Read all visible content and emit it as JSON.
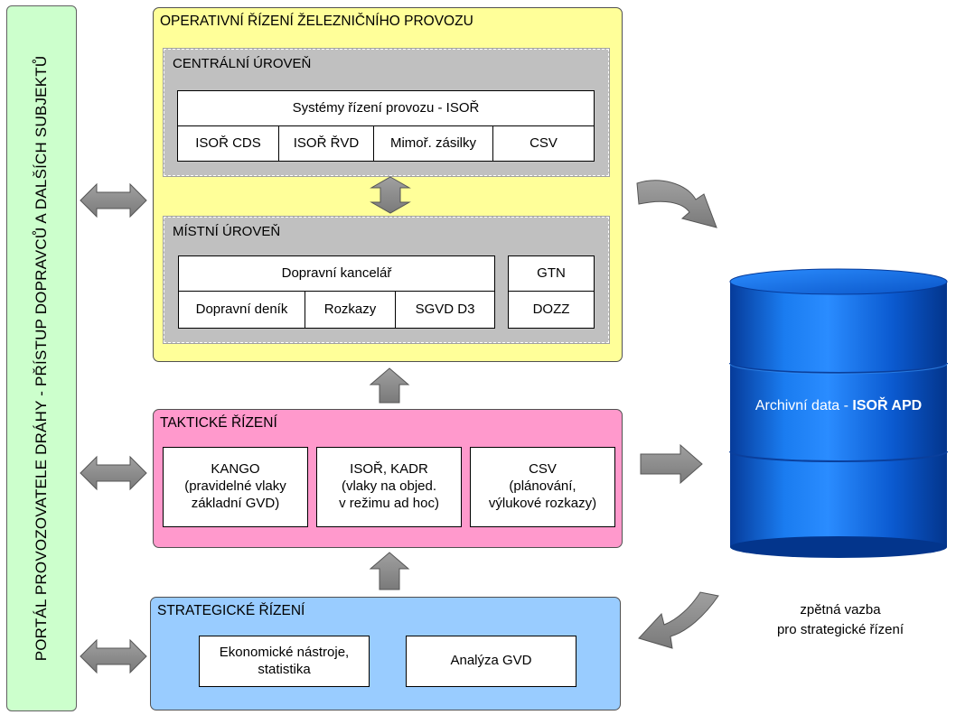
{
  "portal": {
    "label": "PORTÁL PROVOZOVATELE DRÁHY - PŘÍSTUP DOPRAVCŮ A DALŠÍCH SUBJEKTŮ"
  },
  "operational": {
    "title": "OPERATIVNÍ ŘÍZENÍ ŽELEZNIČNÍHO PROVOZU",
    "central": {
      "title": "CENTRÁLNÍ ÚROVEŇ",
      "header": "Systémy řízení provozu - ISOŘ",
      "items": [
        "ISOŘ CDS",
        "ISOŘ ŘVD",
        "Mimoř. zásilky",
        "CSV"
      ]
    },
    "local": {
      "title": "MÍSTNÍ ÚROVEŇ",
      "header": "Dopravní kancelář",
      "items": [
        "Dopravní deník",
        "Rozkazy",
        "SGVD D3"
      ],
      "side_items": [
        "GTN",
        "DOZZ"
      ]
    }
  },
  "tactical": {
    "title": "TAKTICKÉ ŘÍZENÍ",
    "boxes": [
      [
        "KANGO",
        "(pravidelné vlaky",
        "základní GVD)"
      ],
      [
        "ISOŘ, KADR",
        "(vlaky na objed.",
        "v režimu ad hoc)"
      ],
      [
        "CSV",
        "(plánování,",
        "výlukové rozkazy)"
      ]
    ]
  },
  "strategic": {
    "title": "STRATEGICKÉ ŘÍZENÍ",
    "boxes": [
      [
        "Ekonomické nástroje,",
        "statistika"
      ],
      [
        "Analýza GVD"
      ]
    ]
  },
  "archive": {
    "label_prefix": "Archivní data - ",
    "label_bold": "ISOŘ APD"
  },
  "feedback": {
    "line1": "zpětná vazba",
    "line2": "pro strategické řízení"
  },
  "colors": {
    "portal": "#ccffcc",
    "operational": "#ffff99",
    "tactical": "#ff99cc",
    "strategic": "#99ccff",
    "level": "#c0c0c0",
    "arrow": "#909090",
    "database": "#0a5fd0"
  }
}
